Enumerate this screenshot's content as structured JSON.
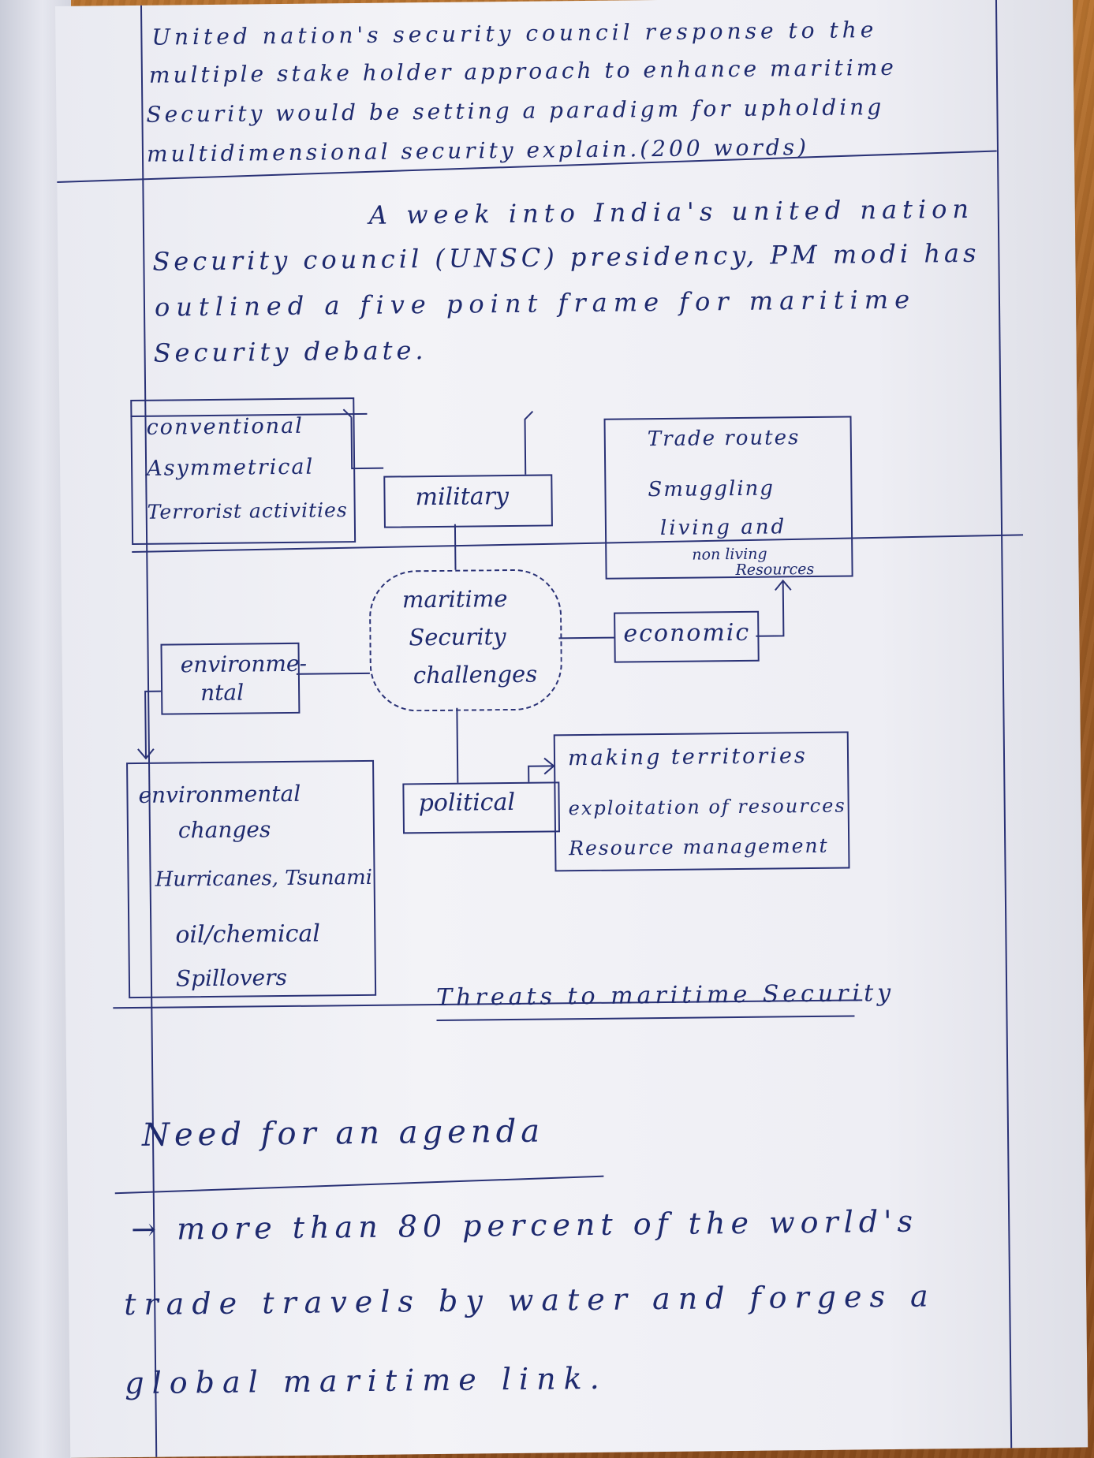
{
  "question": {
    "line1": "United nation's security council response to the",
    "line2": "multiple stake holder approach to enhance maritime",
    "line3": "Security would be setting a paradigm for upholding",
    "line4": "multidimensional security explain.(200 words)"
  },
  "intro": {
    "line1": "A week into India's united nation",
    "line2": "Security council (UNSC) presidency, PM modi has",
    "line3": "outlined a five point frame for maritime",
    "line4": "Security debate."
  },
  "diagram": {
    "center": [
      "maritime",
      "Security",
      "challenges"
    ],
    "military": {
      "label": "military",
      "items": [
        "conventional",
        "Asymmetrical",
        "Terrorist activities"
      ]
    },
    "economic": {
      "label": "economic",
      "items": [
        "Trade routes",
        "Smuggling",
        "living and",
        "non living",
        "Resources"
      ]
    },
    "environmental": {
      "label": [
        "environme-",
        "ntal"
      ],
      "items": [
        "environmental",
        "changes",
        "Hurricanes, Tsunami",
        "oil/chemical",
        "Spillovers"
      ]
    },
    "political": {
      "label": "political",
      "items": [
        "making territories",
        "exploitation of resources",
        "Resource management"
      ]
    },
    "caption": "Threats to maritime Security"
  },
  "agenda": {
    "heading": "Need for an agenda",
    "line1": "→ more than 80 percent of the world's",
    "line2": "trade travels by water and forges a",
    "line3": "global maritime link."
  }
}
